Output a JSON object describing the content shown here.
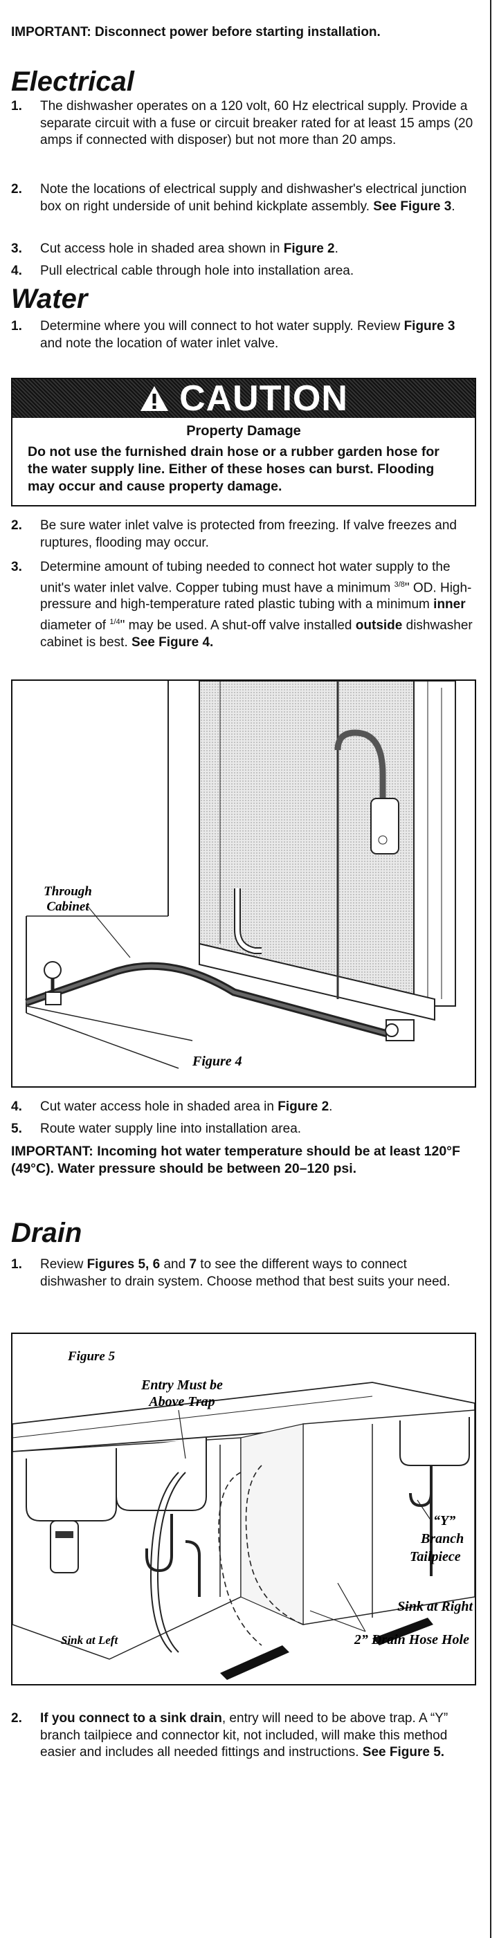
{
  "important_top": "IMPORTANT:  Disconnect power before starting installation.",
  "electrical": {
    "heading": "Electrical",
    "steps": [
      {
        "num": "1.",
        "text": "The dishwasher operates on a 120 volt, 60 Hz electrical supply. Provide a separate circuit with a fuse or circuit breaker rated for at least 15 amps (20 amps if connected with disposer) but not more than 20 amps."
      },
      {
        "num": "2.",
        "text": "Note the locations of electrical supply and dishwasher's electrical junction box on right underside of unit behind kickplate assembly. ",
        "bold": "See Figure 3",
        "after": "."
      },
      {
        "num": "3.",
        "text": "Cut access hole in shaded area shown in ",
        "bold": "Figure 2",
        "after": "."
      },
      {
        "num": "4.",
        "text": "Pull electrical cable through hole into installation area."
      }
    ]
  },
  "water": {
    "heading": "Water",
    "step1": {
      "num": "1.",
      "text": "Determine where you will connect to hot water supply. Review ",
      "bold": "Figure 3",
      "after": " and note the location of water inlet valve."
    },
    "caution": {
      "title": "CAUTION",
      "icon": "warning-triangle-icon",
      "subtitle": "Property Damage",
      "body": "Do not use the furnished drain hose or a rubber garden hose for the water supply line. Either of these hoses can burst. Flooding may occur and cause property damage."
    },
    "step2": {
      "num": "2.",
      "text": "Be sure water inlet valve is protected from freezing. If valve freezes and ruptures, flooding may occur."
    },
    "step3": {
      "num": "3.",
      "text_a": "Determine amount of tubing needed to connect hot water supply to the unit's water inlet valve. Copper tubing must have a minimum ",
      "frac1": "3/8",
      "text_b": "\" OD.  High-pressure and high-temperature rated plastic tubing with a minimum ",
      "bold_inner": "inner",
      "text_c": " diameter of ",
      "frac2": "1/4",
      "text_d": "\" may be used. A shut-off valve installed ",
      "bold_outside": "outside",
      "text_e": " dishwasher cabinet is best. ",
      "bold_see": "See Figure 4."
    },
    "figure4": {
      "label_through": "Through",
      "label_cabinet": "Cabinet",
      "caption": "Figure 4"
    },
    "step4": {
      "num": "4.",
      "text": "Cut water access hole in shaded area in ",
      "bold": "Figure 2",
      "after": "."
    },
    "step5": {
      "num": "5.",
      "text": "Route water supply line into installation area."
    },
    "important": "IMPORTANT:   Incoming hot water temperature should be at least 120°F (49°C).  Water pressure should be between 20–120 psi."
  },
  "drain": {
    "heading": "Drain",
    "step1": {
      "num": "1.",
      "text_a": "Review ",
      "bold": "Figures 5, 6",
      "text_b": "  and ",
      "bold2": "7",
      "text_c": " to see the different ways to connect dishwasher to drain system. Choose method that best suits your need."
    },
    "figure5": {
      "caption": "Figure 5",
      "entry1": "Entry Must be",
      "entry2": "Above Trap",
      "y": "“Y”",
      "branch": "Branch",
      "tailpiece": "Tailpiece",
      "sink_left": "Sink at Left",
      "sink_right": "Sink at Right",
      "hole": "2” Drain Hose Hole"
    },
    "step2": {
      "num": "2.",
      "bold": "If you connect to a sink drain",
      "text": ", entry will need to be above trap. A “Y” branch tailpiece and connector kit, not included, will make this method easier and includes all needed fittings and instructions. ",
      "bold_see": "See Figure 5."
    }
  }
}
